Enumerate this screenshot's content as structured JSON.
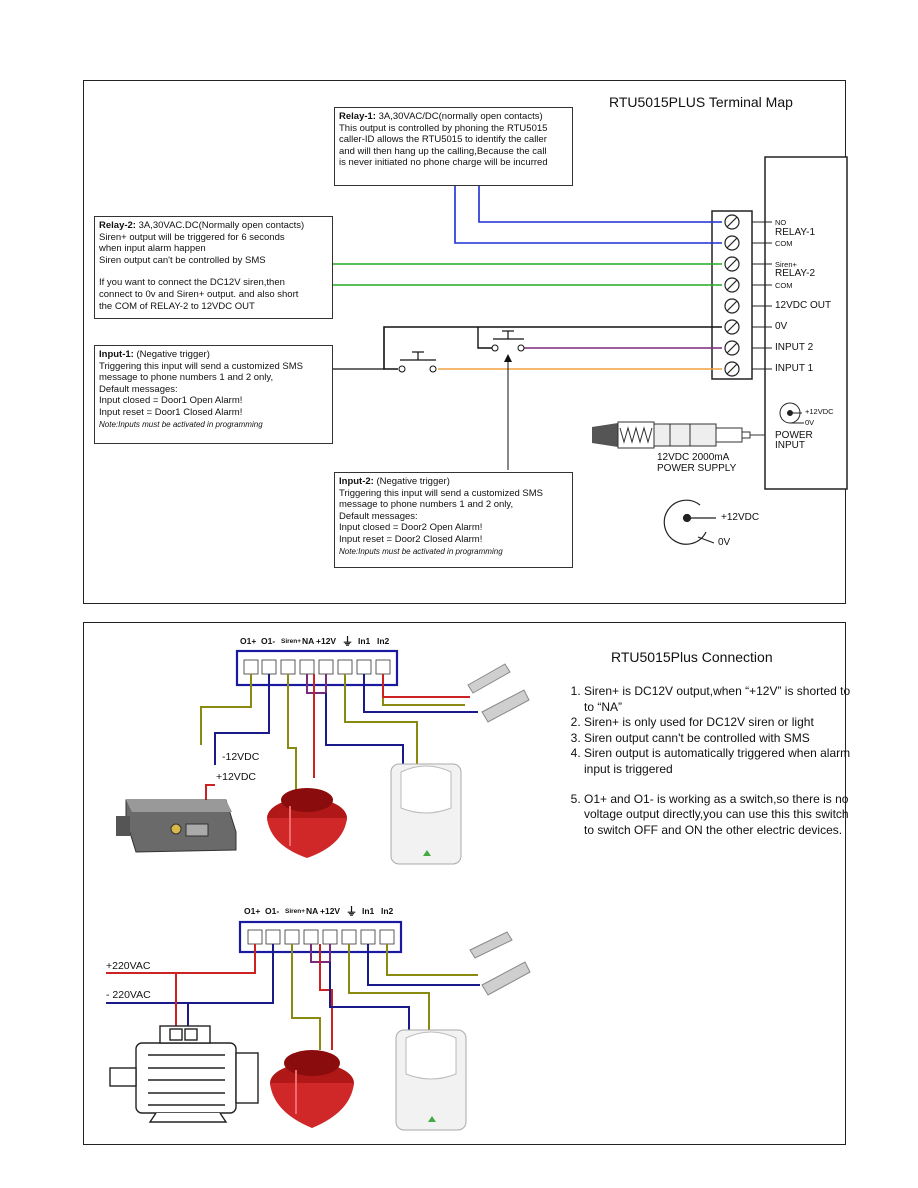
{
  "terminal_map": {
    "title": "RTU5015PLUS Terminal Map",
    "relay1_box": {
      "heading": "Relay-1:",
      "first_line": " 3A,30VAC/DC(normally open contacts)",
      "lines": [
        "This output is controlled by phoning the RTU5015",
        "caller-ID allows the RTU5015 to identify the caller",
        "and will then hang up the calling,Because the call",
        "is never initiated no phone charge will be incurred"
      ]
    },
    "relay2_box": {
      "heading": "Relay-2:",
      "first_line": " 3A,30VAC.DC(Normally open contacts)",
      "lines": [
        "Siren+ output will be triggered for 6 seconds",
        "when input alarm happen",
        "Siren output can't be controlled by SMS",
        "",
        "If you want to connect the DC12V siren,then",
        "connect to 0v and Siren+ output. and also short",
        "the COM of RELAY-2 to 12VDC OUT"
      ]
    },
    "input1_box": {
      "heading": "Input-1:",
      "first_line": " (Negative trigger)",
      "lines": [
        "Triggering this input will send a customized SMS",
        "message to phone numbers 1 and 2 only,",
        "Default messages:",
        "Input closed = Door1 Open Alarm!",
        "Input reset = Door1 Closed Alarm!"
      ],
      "note": "Note:Inputs must be activated in programming"
    },
    "input2_box": {
      "heading": "Input-2:",
      "first_line": " (Negative trigger)",
      "lines": [
        "Triggering this input will send a customized SMS",
        "message to phone numbers 1 and 2 only,",
        "Default messages:",
        "Input closed = Door2 Open Alarm!",
        "Input reset = Door2 Closed Alarm!"
      ],
      "note": "Note:Inputs must be activated in programming"
    },
    "terminals": {
      "no": "NO",
      "relay1": "RELAY-1",
      "com1": "COM",
      "siren": "Siren+",
      "relay2": "RELAY-2",
      "com2": "COM",
      "out12": "12VDC OUT",
      "zero": "0V",
      "input2": "INPUT 2",
      "input1": "INPUT 1"
    },
    "power": {
      "plus": "+12VDC",
      "zero": "0V",
      "label1": "POWER",
      "label2": "INPUT",
      "supply1": "12VDC 2000mA",
      "supply2": "POWER SUPPLY",
      "big_plus": "+12VDC",
      "big_zero": "0V"
    }
  },
  "connection": {
    "title": "RTU5015Plus Connection",
    "notes": [
      "Siren+ is DC12V output,when “+12V” is shorted to to “NA”",
      "Siren+ is only used for DC12V siren or light",
      "Siren output cann't be controlled with SMS",
      "Siren output is automatically triggered when alarm input is triggered",
      "O1+ and O1- is working as a switch,so there is no voltage output directly,you can use this this switch to switch OFF and ON the other electric devices."
    ],
    "terminal_labels": {
      "o1p": "O1+",
      "o1m": "O1-",
      "siren": "Siren+",
      "na": "NA",
      "v12": "+12V",
      "in1": "In1",
      "in2": "In2"
    },
    "wiring1": {
      "minus": "-12VDC",
      "plus": "+12VDC"
    },
    "wiring2": {
      "plus": "+220VAC",
      "minus": "- 220VAC"
    }
  },
  "colors": {
    "blue_wire": "#1a2fd6",
    "green_wire": "#22aa22",
    "purple_wire": "#7a2a7a",
    "orange_wire": "#f0a040",
    "olive_wire": "#8a8a10",
    "red_wire": "#cc2222",
    "terminal_blue": "#1a1aa0"
  }
}
